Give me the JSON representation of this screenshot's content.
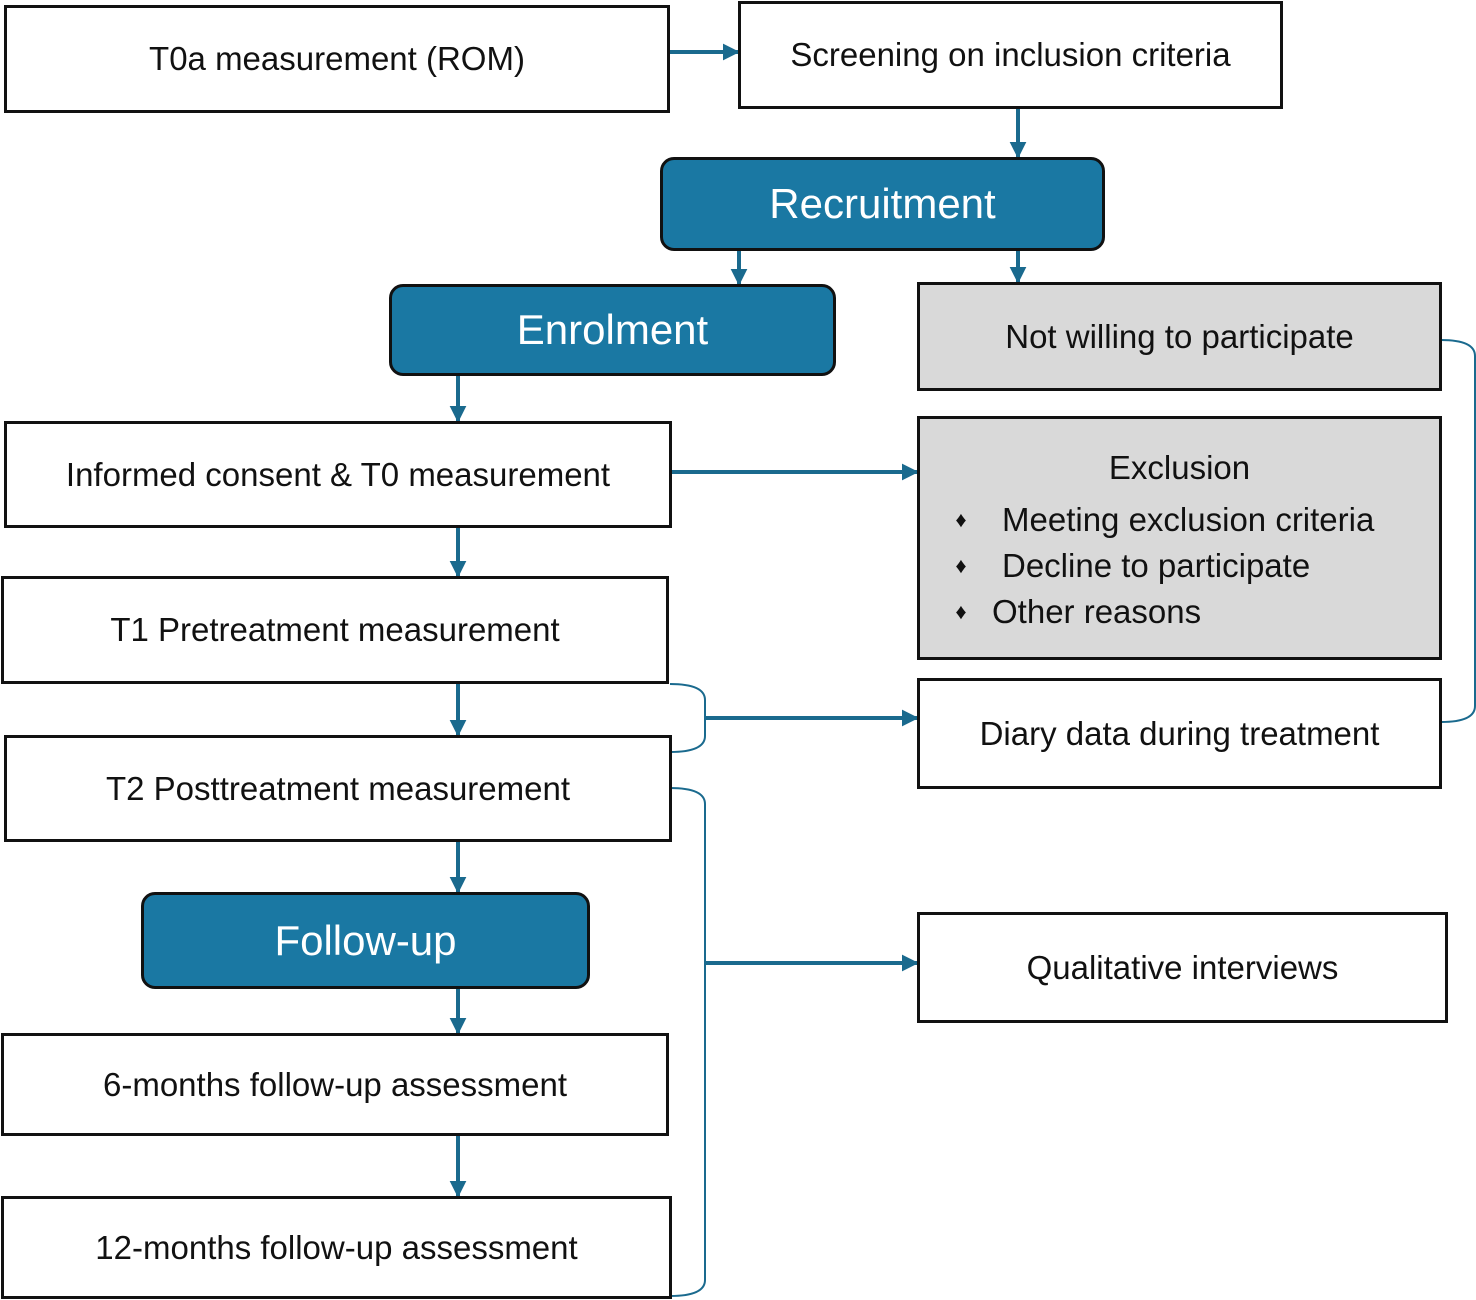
{
  "colors": {
    "phase_fill": "#1a78a3",
    "arrow": "#1a6a8e",
    "side_fill": "#d9d9d9",
    "border": "#111111"
  },
  "boxes": {
    "t0a": "T0a measurement (ROM)",
    "screening": "Screening on inclusion criteria",
    "consent": "Informed consent & T0 measurement",
    "t1": "T1 Pretreatment measurement",
    "t2": "T2 Posttreatment measurement",
    "six_months": "6-months follow-up assessment",
    "twelve_months": "12-months follow-up assessment",
    "not_willing": "Not willing to participate",
    "diary": "Diary data during treatment",
    "qualitative": "Qualitative interviews"
  },
  "phases": {
    "recruitment": "Recruitment",
    "enrolment": "Enrolment",
    "follow_up": "Follow-up"
  },
  "exclusion": {
    "title": "Exclusion",
    "bullet_symbol": "♦",
    "items": [
      "Meeting exclusion criteria",
      "Decline to participate",
      "Other reasons"
    ]
  }
}
